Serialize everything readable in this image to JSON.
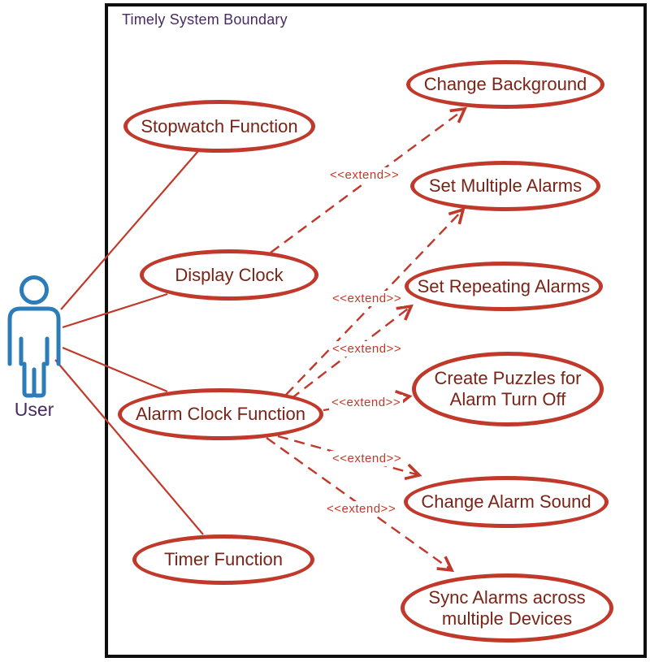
{
  "diagram": {
    "title": "Timely System Boundary",
    "actor": {
      "label": "User"
    },
    "use_cases": [
      {
        "id": "stopwatch-function",
        "label": "Stopwatch Function"
      },
      {
        "id": "change-background",
        "label": "Change Background"
      },
      {
        "id": "set-multiple-alarms",
        "label": "Set Multiple Alarms"
      },
      {
        "id": "display-clock",
        "label": "Display Clock"
      },
      {
        "id": "set-repeating-alarms",
        "label": "Set Repeating Alarms"
      },
      {
        "id": "create-puzzles",
        "label": "Create Puzzles for Alarm Turn Off"
      },
      {
        "id": "alarm-clock-function",
        "label": "Alarm Clock Function"
      },
      {
        "id": "change-alarm-sound",
        "label": "Change Alarm Sound"
      },
      {
        "id": "timer-function",
        "label": "Timer Function"
      },
      {
        "id": "sync-alarms",
        "label": "Sync Alarms across multiple Devices"
      }
    ],
    "associations": [
      {
        "from": "User",
        "to": "Stopwatch Function"
      },
      {
        "from": "User",
        "to": "Display Clock"
      },
      {
        "from": "User",
        "to": "Alarm Clock Function"
      },
      {
        "from": "User",
        "to": "Timer Function"
      }
    ],
    "extends": [
      {
        "from": "Display Clock",
        "to": "Change Background",
        "label": "<<extend>>"
      },
      {
        "from": "Alarm Clock Function",
        "to": "Set Multiple Alarms",
        "label": "<<extend>>"
      },
      {
        "from": "Alarm Clock Function",
        "to": "Set Repeating Alarms",
        "label": "<<extend>>"
      },
      {
        "from": "Alarm Clock Function",
        "to": "Create Puzzles for Alarm Turn Off",
        "label": "<<extend>>"
      },
      {
        "from": "Alarm Clock Function",
        "to": "Change Alarm Sound",
        "label": "<<extend>>"
      },
      {
        "from": "Alarm Clock Function",
        "to": "Sync Alarms across multiple Devices",
        "label": "<<extend>>"
      }
    ],
    "colors": {
      "shape_stroke": "#c0392b",
      "shape_text": "#7a2418",
      "title_text": "#472b63",
      "actor_blue": "#2b7cb9",
      "boundary_border": "#0e0e0e"
    }
  }
}
